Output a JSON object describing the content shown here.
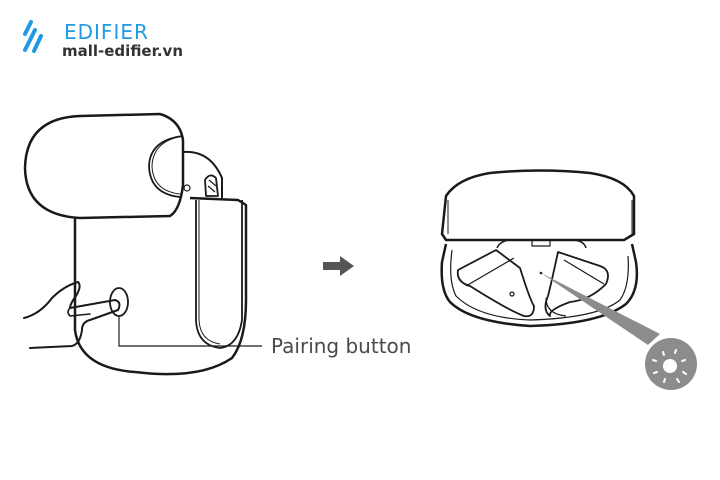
{
  "logo": {
    "brand": "EDIFIER",
    "site": "mall-edifier.vn",
    "brand_color": "#1e9be2",
    "icon": "edifier-stripes-icon"
  },
  "diagram": {
    "step1": {
      "subject": "earbuds-charging-case-side-view",
      "action": "finger-pressing-button",
      "callout_label": "Pairing button"
    },
    "arrow": {
      "icon": "right-arrow-icon",
      "color": "#555555"
    },
    "step2": {
      "subject": "open-charging-case-with-earbuds",
      "indicator": "flashing-light-indicator-icon",
      "indicator_color": "#8c8c8c"
    }
  }
}
